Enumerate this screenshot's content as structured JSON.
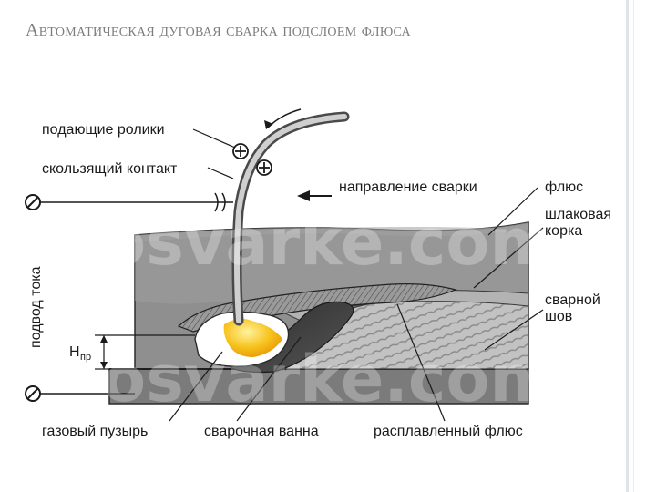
{
  "slide": {
    "title": "Автоматическая дуговая сварка подслоем флюса"
  },
  "diagram": {
    "labels": {
      "feed_rollers": "подающие ролики",
      "sliding_contact": "скользящий контакт",
      "welding_direction": "направление сварки",
      "flux": "флюс",
      "slag_crust_line1": "шлаковая",
      "slag_crust_line2": "корка",
      "weld_seam_line1": "сварной",
      "weld_seam_line2": "шов",
      "current_supply": "подвод тока",
      "penetration_depth": "H",
      "penetration_sub": "пр",
      "gas_bubble": "газовый пузырь",
      "weld_pool": "сварочная ванна",
      "molten_flux": "расплавленный флюс"
    },
    "watermark": "osvarke.com",
    "colors": {
      "base_metal": "#8f8f8f",
      "base_metal_dark": "#6f6f6f",
      "flux": "#a9a9a9",
      "weld_pool": "#3c3c3c",
      "arc": "#f5b40a",
      "seam": "#b9b9b9",
      "text": "#1a1a1a"
    }
  }
}
